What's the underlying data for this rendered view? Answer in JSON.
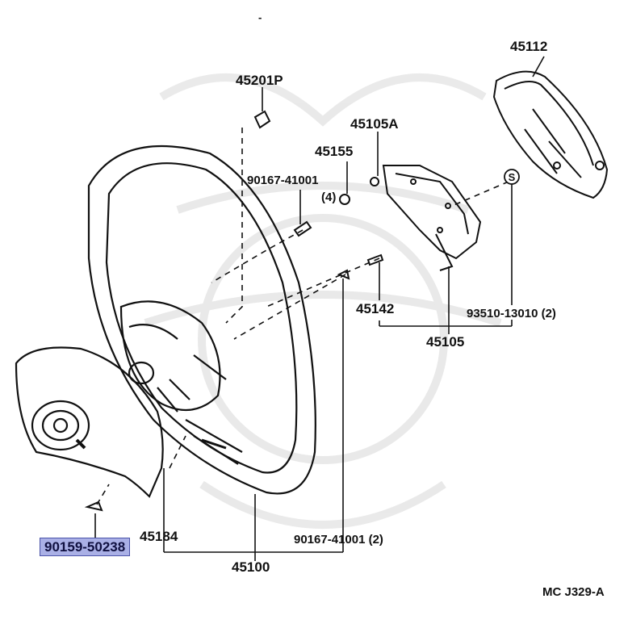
{
  "diagram": {
    "parts": {
      "p45112": "45112",
      "p45201P": "45201P",
      "p45105A": "45105A",
      "p45155": "45155",
      "p90167_top": "90167-41001",
      "qty_4": "(4)",
      "p45142": "45142",
      "p93510": "93510-13010 (2)",
      "p45105": "45105",
      "p45184": "45184",
      "p90159": "90159-50238",
      "p90167_bottom": "90167-41001 (2)",
      "p45100": "45100"
    },
    "symbol_s": "S",
    "figure_code": "MC J329-A",
    "highlight_color": "#aab0e6"
  }
}
